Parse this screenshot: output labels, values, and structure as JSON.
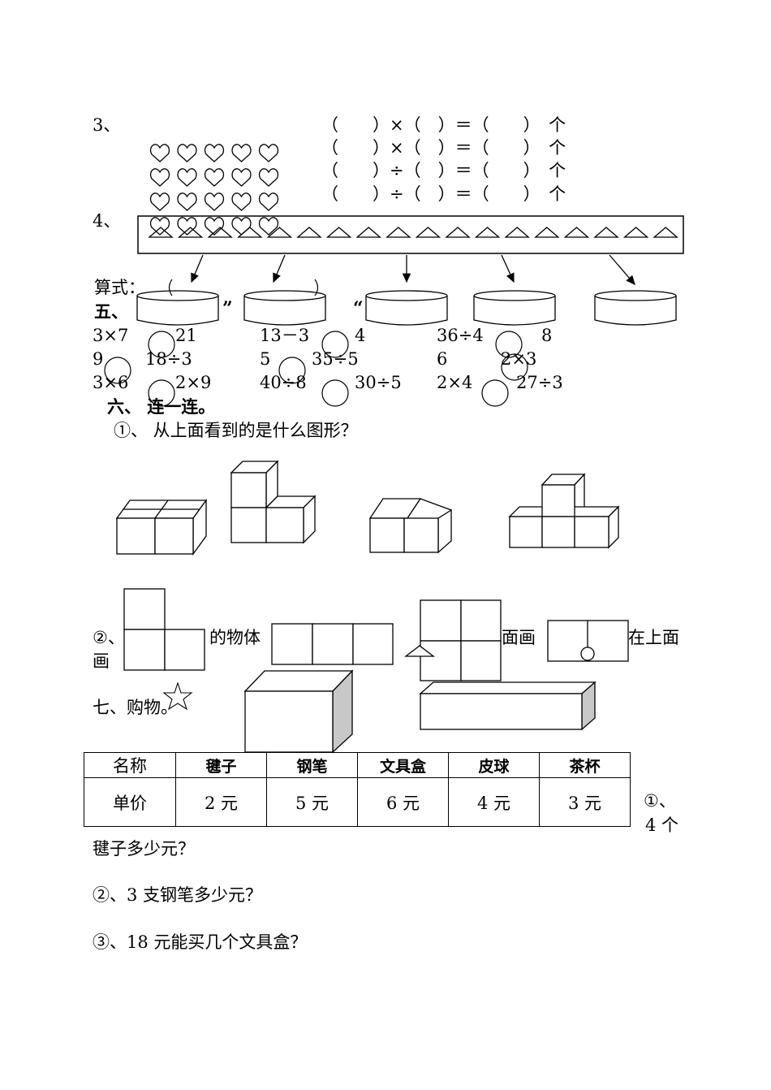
{
  "q3": {
    "label": "3、",
    "eq_rows": [
      {
        "op": "×",
        "text": "（　　）×（　）＝（　　）　个"
      },
      {
        "op": "×",
        "text": "（　　）×（　）＝（　　）　个"
      },
      {
        "op": "÷",
        "text": "（　　）÷（　）＝（　　）　个"
      },
      {
        "op": "÷",
        "text": "（　　）÷（　）＝（　　）　个"
      }
    ],
    "heart_rows": 4,
    "hearts_per_row": 5
  },
  "q4": {
    "label": "4、",
    "triangles": 18,
    "boxes": 5,
    "formula_label": "算式："
  },
  "section5": {
    "title": "五、",
    "rows": [
      [
        "3×7",
        "21",
        "13－3",
        "4",
        "36÷4",
        "8"
      ],
      [
        "9",
        "18÷3",
        "5",
        "35÷5",
        "6",
        "2×3"
      ],
      [
        "3×6",
        "2×9",
        "40÷8",
        "30÷5",
        "2×4",
        "27÷3"
      ]
    ]
  },
  "section6": {
    "title": "六、 连一连。",
    "q1": "①、 从上面看到的是什么图形？",
    "q2_prefix": "②、",
    "q2_mid": "的物体",
    "q2_mid2": "面画",
    "q2_end": "在上面",
    "q2_line2": "画"
  },
  "section7": {
    "title": "七、购物。",
    "table": {
      "header": [
        "名称",
        "毽子",
        "钢笔",
        "文具盒",
        "皮球",
        "茶杯"
      ],
      "row": [
        "单价",
        "2 元",
        "5 元",
        "6 元",
        "4 元",
        "3 元"
      ]
    },
    "q1_a": "①、",
    "q1_b": "4 个",
    "q1_c": "毽子多少元？",
    "q2": "②、3 支钢笔多少元？",
    "q3": "③、18 元能买几个文具盒？"
  }
}
